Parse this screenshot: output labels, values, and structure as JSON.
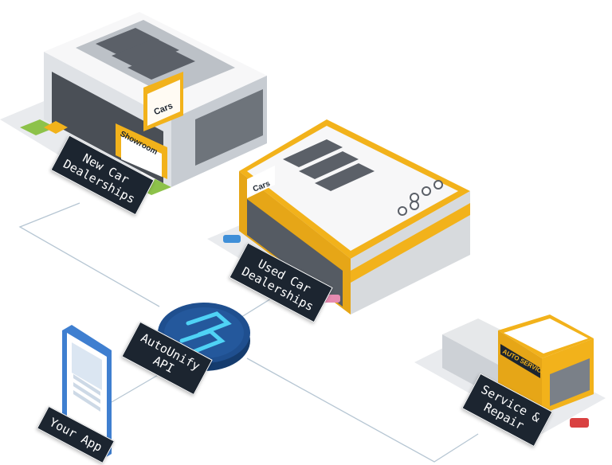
{
  "labels": {
    "new_car": "New Car\nDealerships",
    "used_car": "Used Car\nDealerships",
    "service": "Service &\nRepair",
    "api": "AutoUnify\nAPI",
    "app": "Your App"
  },
  "signs": {
    "brand_1": "Cars",
    "brand_2": "Cars",
    "showroom": "Showroom",
    "auto_service": "AUTO SERVICE"
  },
  "colors": {
    "accent_yellow": "#f2b21b",
    "label_bg": "#1c2530",
    "api_blue": "#1f4f8f",
    "connector": "#b6c6d3"
  }
}
